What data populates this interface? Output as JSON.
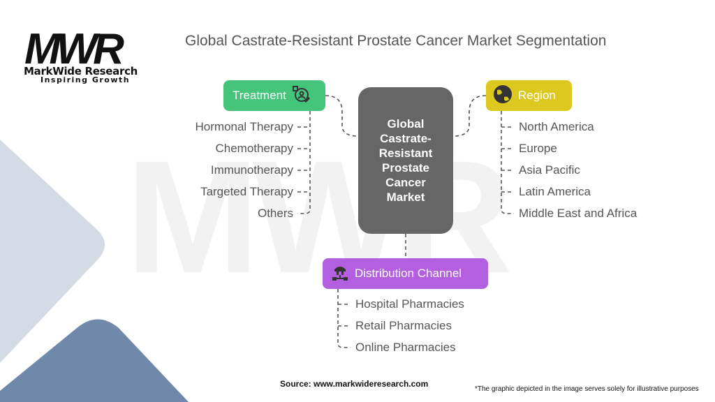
{
  "brand": {
    "mark": "MWR",
    "name": "MarkWide Research",
    "tagline": "Inspiring Growth"
  },
  "title": "Global Castrate-Resistant Prostate Cancer Market Segmentation",
  "center": "Global Castrate-Resistant Prostate Cancer Market",
  "treatment": {
    "label": "Treatment",
    "icon": "patient-medicine-icon",
    "color": "#45c47c",
    "items": [
      "Hormonal Therapy",
      "Chemotherapy",
      "Immunotherapy",
      "Targeted Therapy",
      "Others"
    ]
  },
  "region": {
    "label": "Region",
    "icon": "globe-icon",
    "color": "#dcc81e",
    "items": [
      "North America",
      "Europe",
      "Asia Pacific",
      "Latin America",
      "Middle East and Africa"
    ]
  },
  "distribution": {
    "label": "Distribution Channel",
    "icon": "network-icon",
    "color": "#b25fe0",
    "items": [
      "Hospital Pharmacies",
      "Retail Pharmacies",
      "Online Pharmacies"
    ]
  },
  "footer": {
    "source": "Source: www.markwideresearch.com",
    "note": "*The graphic depicted in the image serves solely for illustrative purposes"
  }
}
